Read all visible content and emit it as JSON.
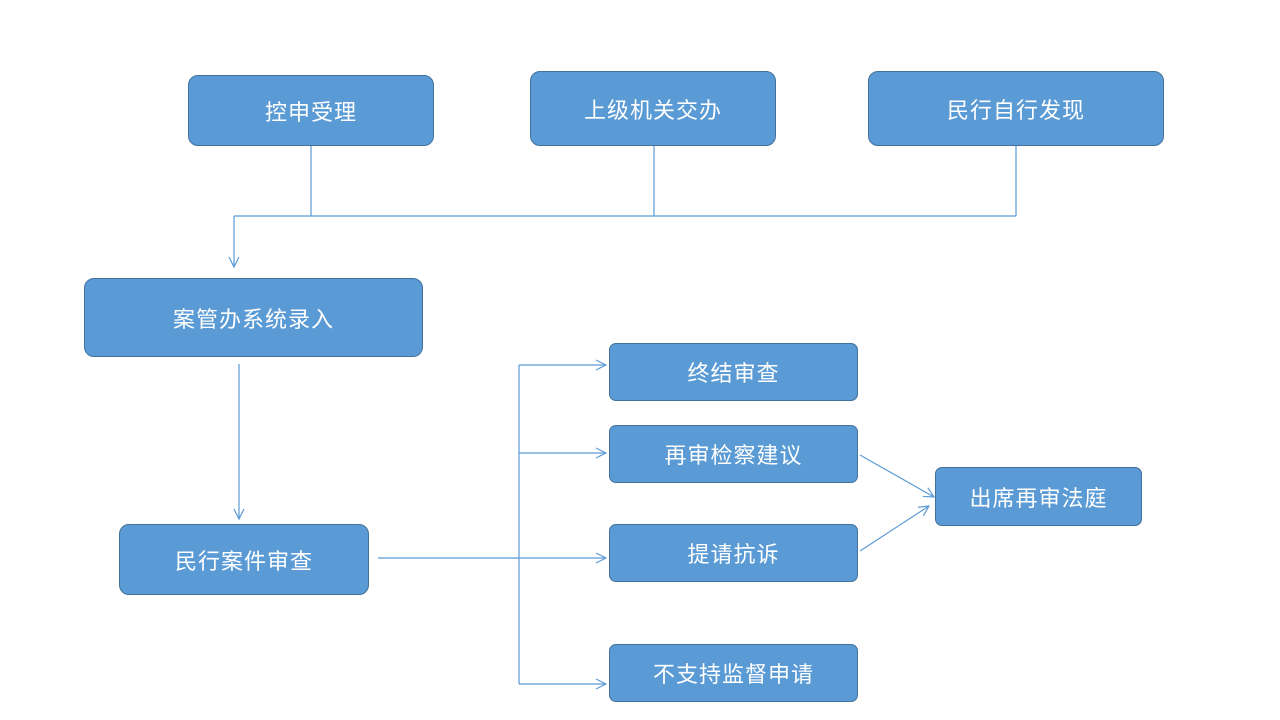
{
  "colors": {
    "node_fill": "#5b9bd5",
    "node_border": "#41719c",
    "node_text": "#ffffff",
    "connector": "#5b9bd5"
  },
  "nodes": {
    "accept": "控申受理",
    "assigned": "上级机关交办",
    "self_found": "民行自行发现",
    "register": "案管办系统录入",
    "review": "民行案件审查",
    "terminate": "终结审查",
    "retrial_advice": "再审检察建议",
    "protest": "提请抗诉",
    "reject": "不支持监督申请",
    "court": "出席再审法庭"
  }
}
